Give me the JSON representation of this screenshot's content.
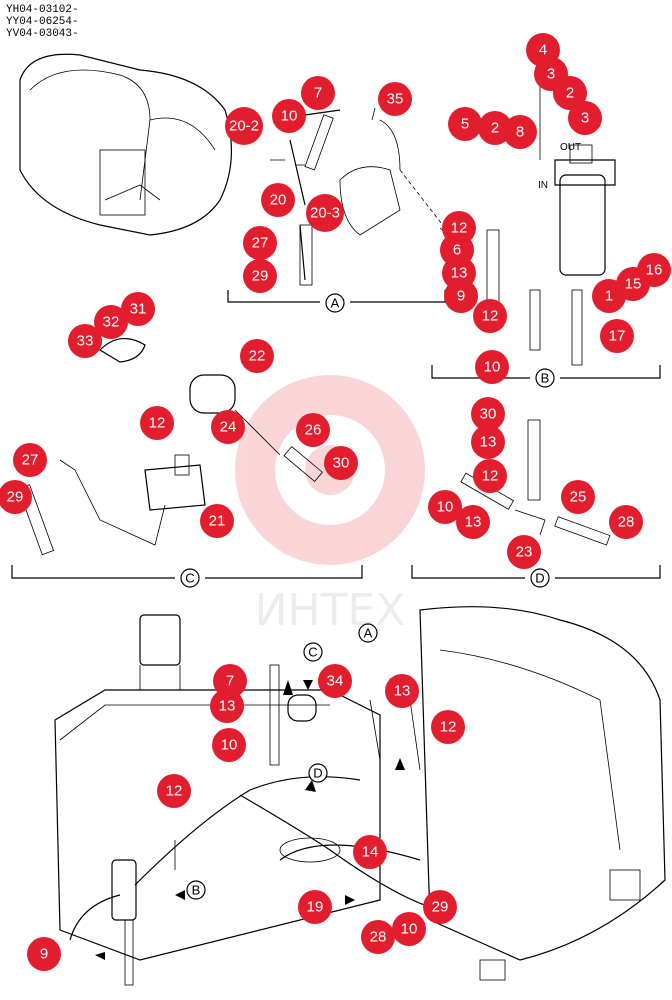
{
  "header": {
    "serials": [
      "YH04-03102-",
      "YY04-06254-",
      "YV04-03043-"
    ]
  },
  "watermark": {
    "text": "ИНТЕХ"
  },
  "port_labels": {
    "out": "OUT",
    "in": "IN"
  },
  "sections": {
    "a": "A",
    "b": "B",
    "c": "C",
    "d": "D"
  },
  "callouts": [
    {
      "n": "4"
    },
    {
      "n": "3"
    },
    {
      "n": "2"
    },
    {
      "n": "3"
    },
    {
      "n": "5"
    },
    {
      "n": "2"
    },
    {
      "n": "8"
    },
    {
      "n": "35"
    },
    {
      "n": "7"
    },
    {
      "n": "10"
    },
    {
      "n": "20-2"
    },
    {
      "n": "20"
    },
    {
      "n": "20-3"
    },
    {
      "n": "27"
    },
    {
      "n": "29"
    },
    {
      "n": "12"
    },
    {
      "n": "6"
    },
    {
      "n": "13"
    },
    {
      "n": "9"
    },
    {
      "n": "1"
    },
    {
      "n": "15"
    },
    {
      "n": "16"
    },
    {
      "n": "17"
    },
    {
      "n": "12"
    },
    {
      "n": "10"
    },
    {
      "n": "31"
    },
    {
      "n": "32"
    },
    {
      "n": "33"
    },
    {
      "n": "22"
    },
    {
      "n": "12"
    },
    {
      "n": "24"
    },
    {
      "n": "26"
    },
    {
      "n": "30"
    },
    {
      "n": "27"
    },
    {
      "n": "29"
    },
    {
      "n": "21"
    },
    {
      "n": "30"
    },
    {
      "n": "13"
    },
    {
      "n": "12"
    },
    {
      "n": "10"
    },
    {
      "n": "13"
    },
    {
      "n": "25"
    },
    {
      "n": "28"
    },
    {
      "n": "23"
    },
    {
      "n": "7"
    },
    {
      "n": "13"
    },
    {
      "n": "10"
    },
    {
      "n": "34"
    },
    {
      "n": "13"
    },
    {
      "n": "12"
    },
    {
      "n": "12"
    },
    {
      "n": "14"
    },
    {
      "n": "19"
    },
    {
      "n": "29"
    },
    {
      "n": "28"
    },
    {
      "n": "10"
    },
    {
      "n": "9"
    }
  ]
}
